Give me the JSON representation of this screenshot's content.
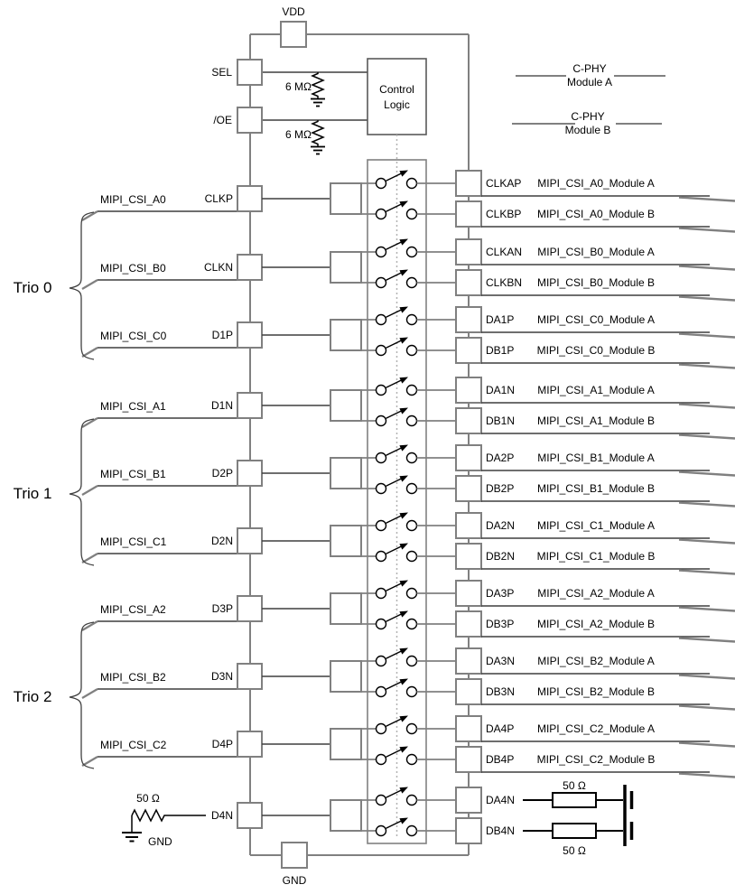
{
  "colors": {
    "module_a": "#FF0000",
    "module_b": "#0070C0",
    "wire": "#3f3f3f",
    "structure": "#808080"
  },
  "top": {
    "vdd": "VDD",
    "sel": "SEL",
    "oe": "/OE",
    "control_line1": "Control",
    "control_line2": "Logic",
    "pullup_a": "6 MΩ",
    "pullup_b": "6 MΩ"
  },
  "legend": {
    "module_a": {
      "line1": "C-PHY",
      "line2": "Module A",
      "color": "#FF0000"
    },
    "module_b": {
      "line1": "C-PHY",
      "line2": "Module B",
      "color": "#0070C0"
    }
  },
  "trios": [
    {
      "label": "Trio 0"
    },
    {
      "label": "Trio 1"
    },
    {
      "label": "Trio 2"
    }
  ],
  "channels": [
    {
      "input_label": "MIPI_CSI_A0",
      "pin": "CLKP",
      "out_a": {
        "pin": "CLKAP",
        "label": "MIPI_CSI_A0_Module A"
      },
      "out_b": {
        "pin": "CLKBP",
        "label": "MIPI_CSI_A0_Module B"
      }
    },
    {
      "input_label": "MIPI_CSI_B0",
      "pin": "CLKN",
      "out_a": {
        "pin": "CLKAN",
        "label": "MIPI_CSI_B0_Module A"
      },
      "out_b": {
        "pin": "CLKBN",
        "label": "MIPI_CSI_B0_Module B"
      }
    },
    {
      "input_label": "MIPI_CSI_C0",
      "pin": "D1P",
      "out_a": {
        "pin": "DA1P",
        "label": "MIPI_CSI_C0_Module A"
      },
      "out_b": {
        "pin": "DB1P",
        "label": "MIPI_CSI_C0_Module B"
      }
    },
    {
      "input_label": "MIPI_CSI_A1",
      "pin": "D1N",
      "out_a": {
        "pin": "DA1N",
        "label": "MIPI_CSI_A1_Module A"
      },
      "out_b": {
        "pin": "DB1N",
        "label": "MIPI_CSI_A1_Module B"
      }
    },
    {
      "input_label": "MIPI_CSI_B1",
      "pin": "D2P",
      "out_a": {
        "pin": "DA2P",
        "label": "MIPI_CSI_B1_Module A"
      },
      "out_b": {
        "pin": "DB2P",
        "label": "MIPI_CSI_B1_Module B"
      }
    },
    {
      "input_label": "MIPI_CSI_C1",
      "pin": "D2N",
      "out_a": {
        "pin": "DA2N",
        "label": "MIPI_CSI_C1_Module A"
      },
      "out_b": {
        "pin": "DB2N",
        "label": "MIPI_CSI_C1_Module B"
      }
    },
    {
      "input_label": "MIPI_CSI_A2",
      "pin": "D3P",
      "out_a": {
        "pin": "DA3P",
        "label": "MIPI_CSI_A2_Module A"
      },
      "out_b": {
        "pin": "DB3P",
        "label": "MIPI_CSI_A2_Module B"
      }
    },
    {
      "input_label": "MIPI_CSI_B2",
      "pin": "D3N",
      "out_a": {
        "pin": "DA3N",
        "label": "MIPI_CSI_B2_Module A"
      },
      "out_b": {
        "pin": "DB3N",
        "label": "MIPI_CSI_B2_Module B"
      }
    },
    {
      "input_label": "MIPI_CSI_C2",
      "pin": "D4P",
      "out_a": {
        "pin": "DA4P",
        "label": "MIPI_CSI_C2_Module A"
      },
      "out_b": {
        "pin": "DB4P",
        "label": "MIPI_CSI_C2_Module B"
      }
    },
    {
      "input_label": null,
      "pin": "D4N",
      "out_a": {
        "pin": "DA4N",
        "resistor": "50 Ω"
      },
      "out_b": {
        "pin": "DB4N",
        "resistor": "50 Ω"
      }
    }
  ],
  "left_termination": {
    "resistor": "50 Ω",
    "gnd": "GND"
  },
  "bottom_pin": {
    "label": "GND"
  }
}
